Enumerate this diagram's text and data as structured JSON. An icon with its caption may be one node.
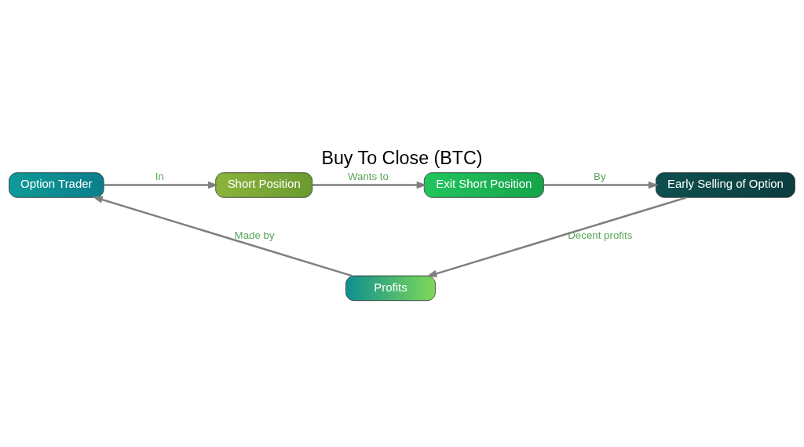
{
  "diagram": {
    "title": "Buy To Close (BTC)",
    "nodes": [
      {
        "text": [
          "Option Trader"
        ]
      },
      {
        "text": [
          "Short Position"
        ]
      },
      {
        "text": [
          "Exit Short Position"
        ]
      },
      {
        "text": [
          "Early Selling of Option"
        ]
      },
      {
        "text": [
          "Profits"
        ]
      }
    ],
    "edges": [
      {
        "from": 0,
        "to": 1,
        "arrow": "to",
        "label": "In"
      },
      {
        "from": 1,
        "to": 2,
        "arrow": "to",
        "label": "Wants to"
      },
      {
        "from": 2,
        "to": 3,
        "arrow": "to",
        "label": "By"
      },
      {
        "from": 3,
        "to": 4,
        "arrow": "to",
        "label": "Decent profits"
      },
      {
        "from": 4,
        "to": 0,
        "arrow": "to",
        "label": "Made by"
      }
    ]
  }
}
